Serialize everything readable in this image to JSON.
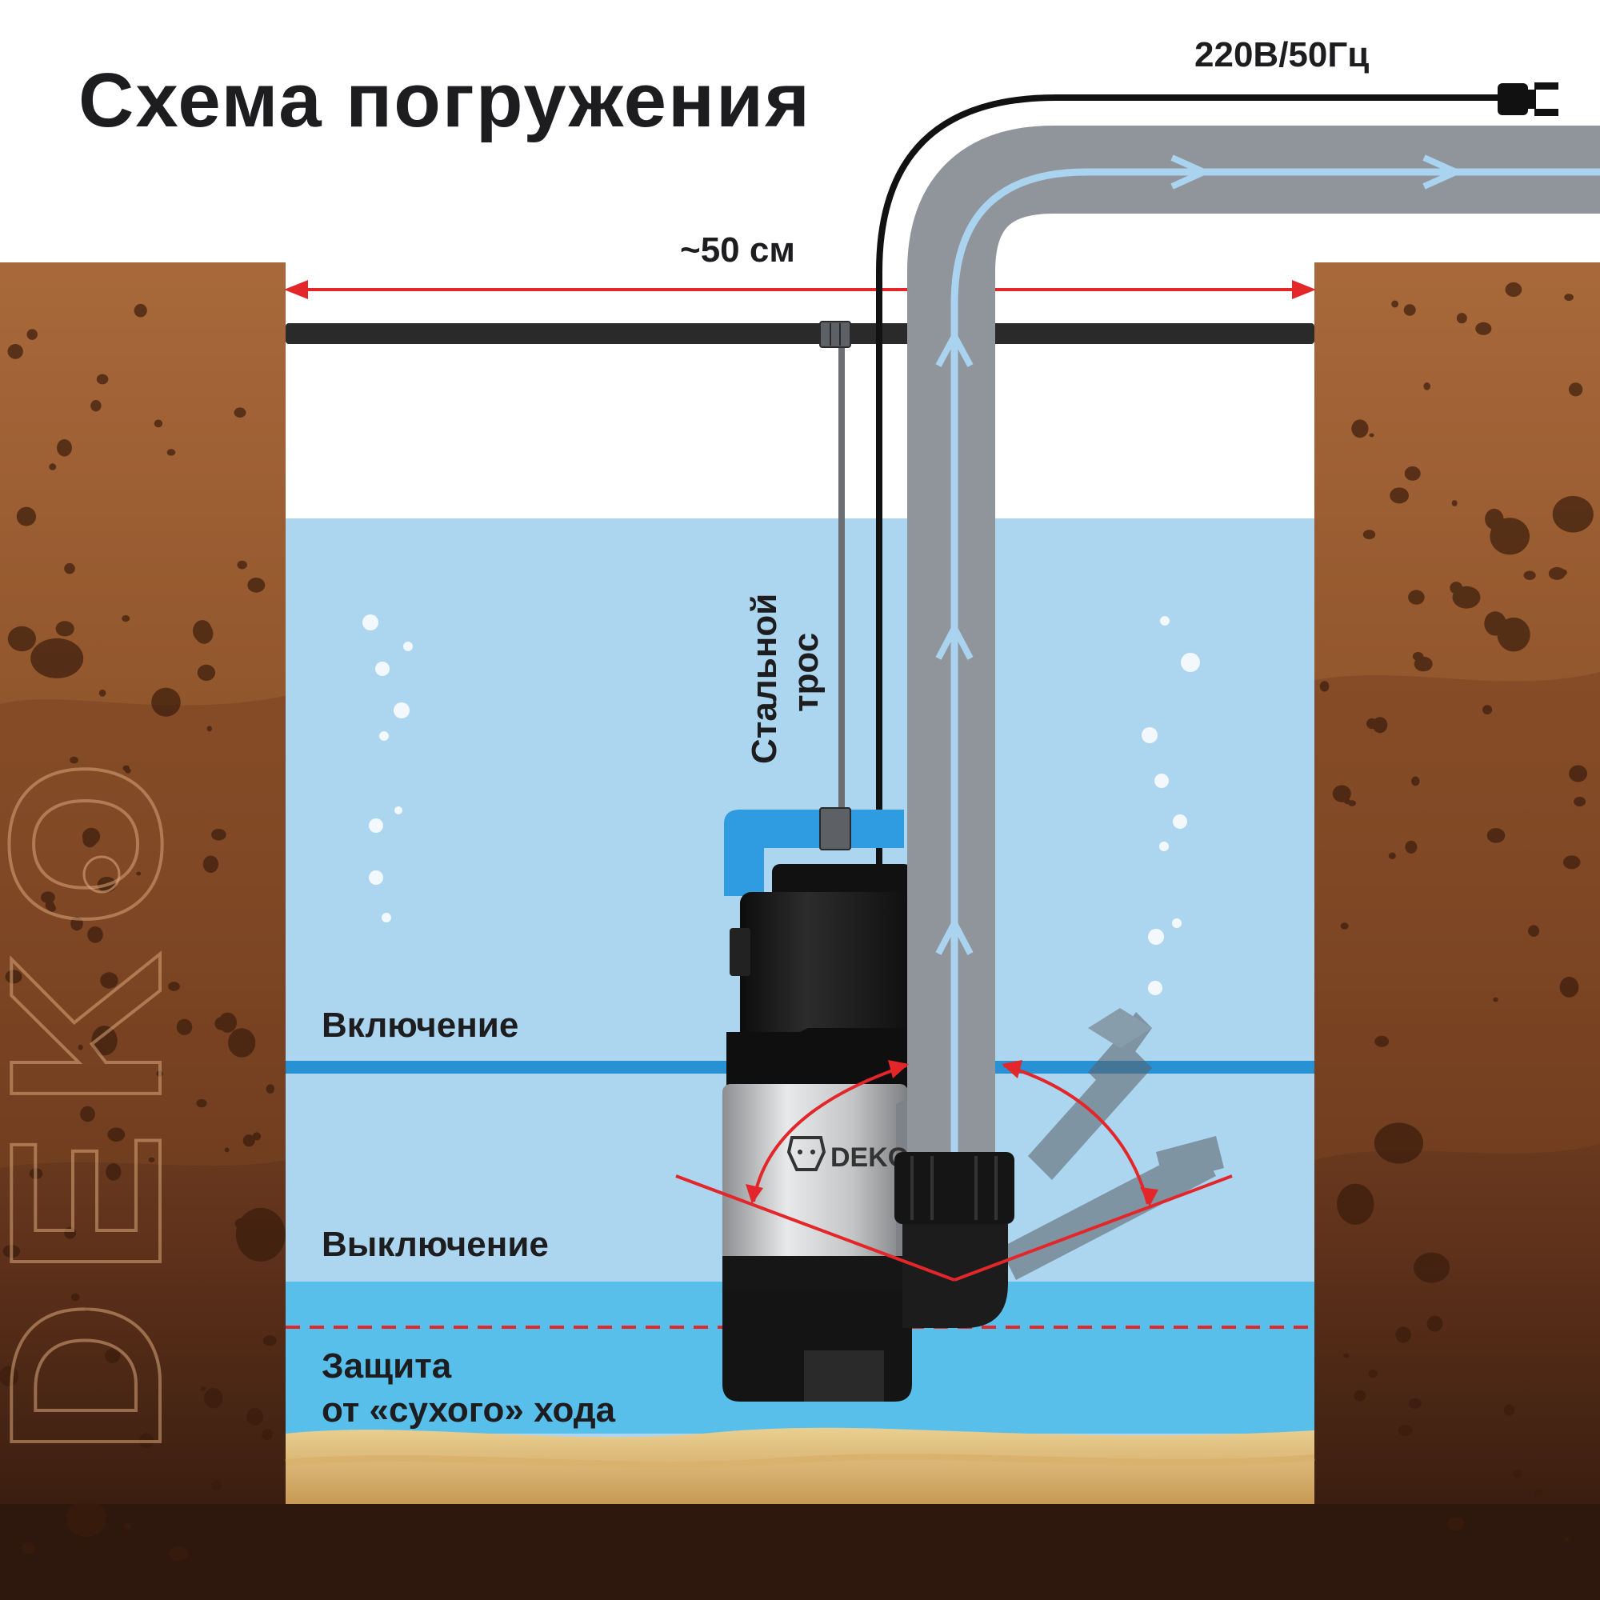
{
  "title": "Схема погружения",
  "power_label": "220В/50Гц",
  "width_label": "~50 см",
  "cable_label": {
    "line1": "Стальной",
    "line2": "трос"
  },
  "level_on_label": "Включение",
  "level_off_label": "Выключение",
  "dry_run_label": {
    "line1": "Защита",
    "line2": "от «сухого» хода"
  },
  "brand": {
    "watermark": "DEKO",
    "pump_logo": "DEKO"
  },
  "colors": {
    "soil_light": "#a8693a",
    "soil_dark": "#3a1e10",
    "water": "#acd6f0",
    "water_low": "#58bfeb",
    "level_line": "#2891d4",
    "pipe": "#8f959b",
    "flow": "#a9d3ef",
    "measure": "#e3262a",
    "handle": "#2f9be0",
    "pump_body": "#1b1b1b",
    "pump_steel": "#c9cacc",
    "sand": "#e4c58a"
  }
}
